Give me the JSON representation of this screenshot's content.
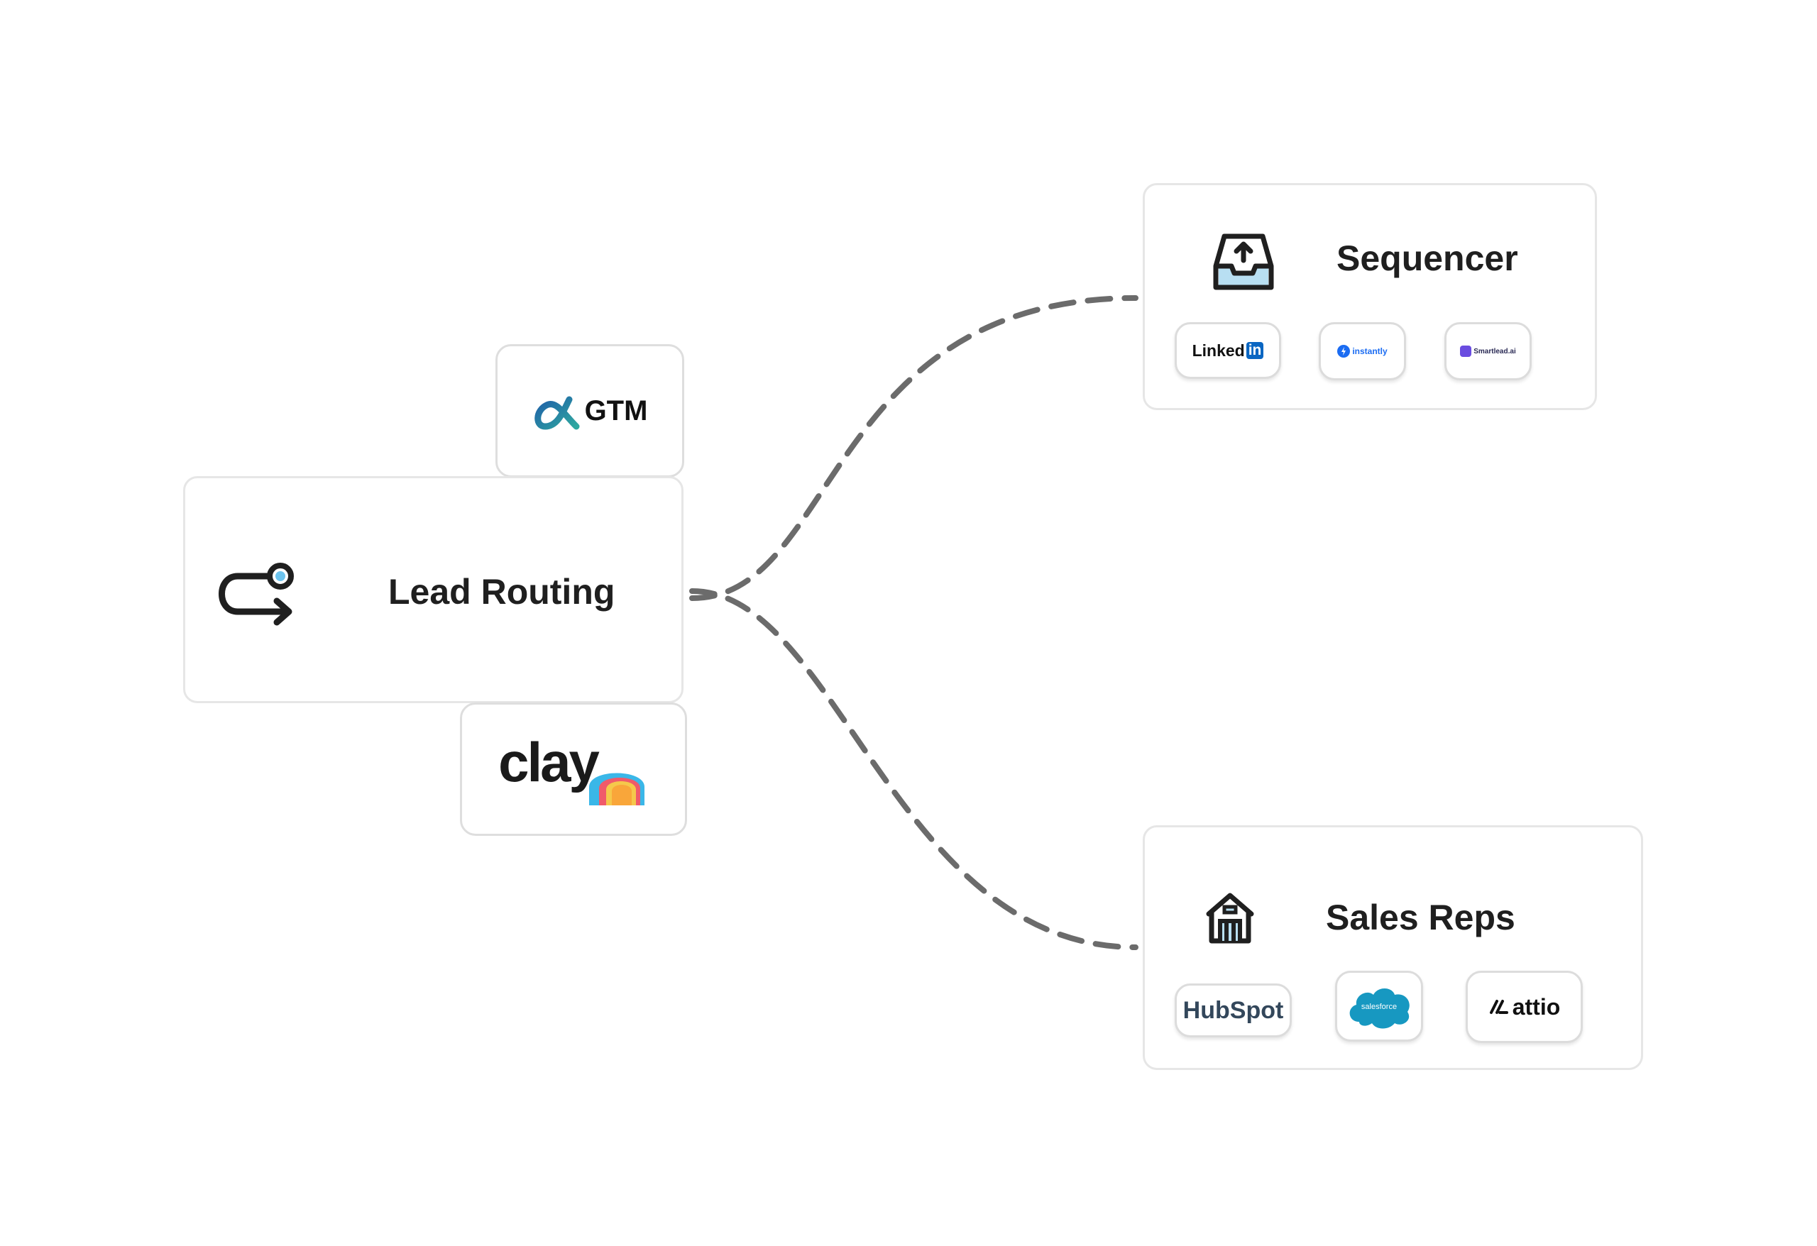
{
  "colors": {
    "connector": "#6b6b6b",
    "border": "#e6e6e6",
    "text": "#1f1f1f"
  },
  "lead_routing": {
    "title": "Lead Routing",
    "icon": "route-loop-icon",
    "tools": [
      {
        "label": "GTM",
        "icon": "alpha-logo-icon"
      },
      {
        "label": "clay",
        "icon": "clay-tunnel-icon"
      }
    ]
  },
  "sequencer": {
    "title": "Sequencer",
    "icon": "inbox-upload-icon",
    "tools": [
      {
        "label": "Linked",
        "badge": "in"
      },
      {
        "label": "instantly"
      },
      {
        "label": "Smartlead.ai"
      }
    ]
  },
  "sales_reps": {
    "title": "Sales Reps",
    "icon": "house-icon",
    "tools": [
      {
        "label": "HubSpot"
      },
      {
        "label": "salesforce"
      },
      {
        "label": "attio"
      }
    ]
  }
}
